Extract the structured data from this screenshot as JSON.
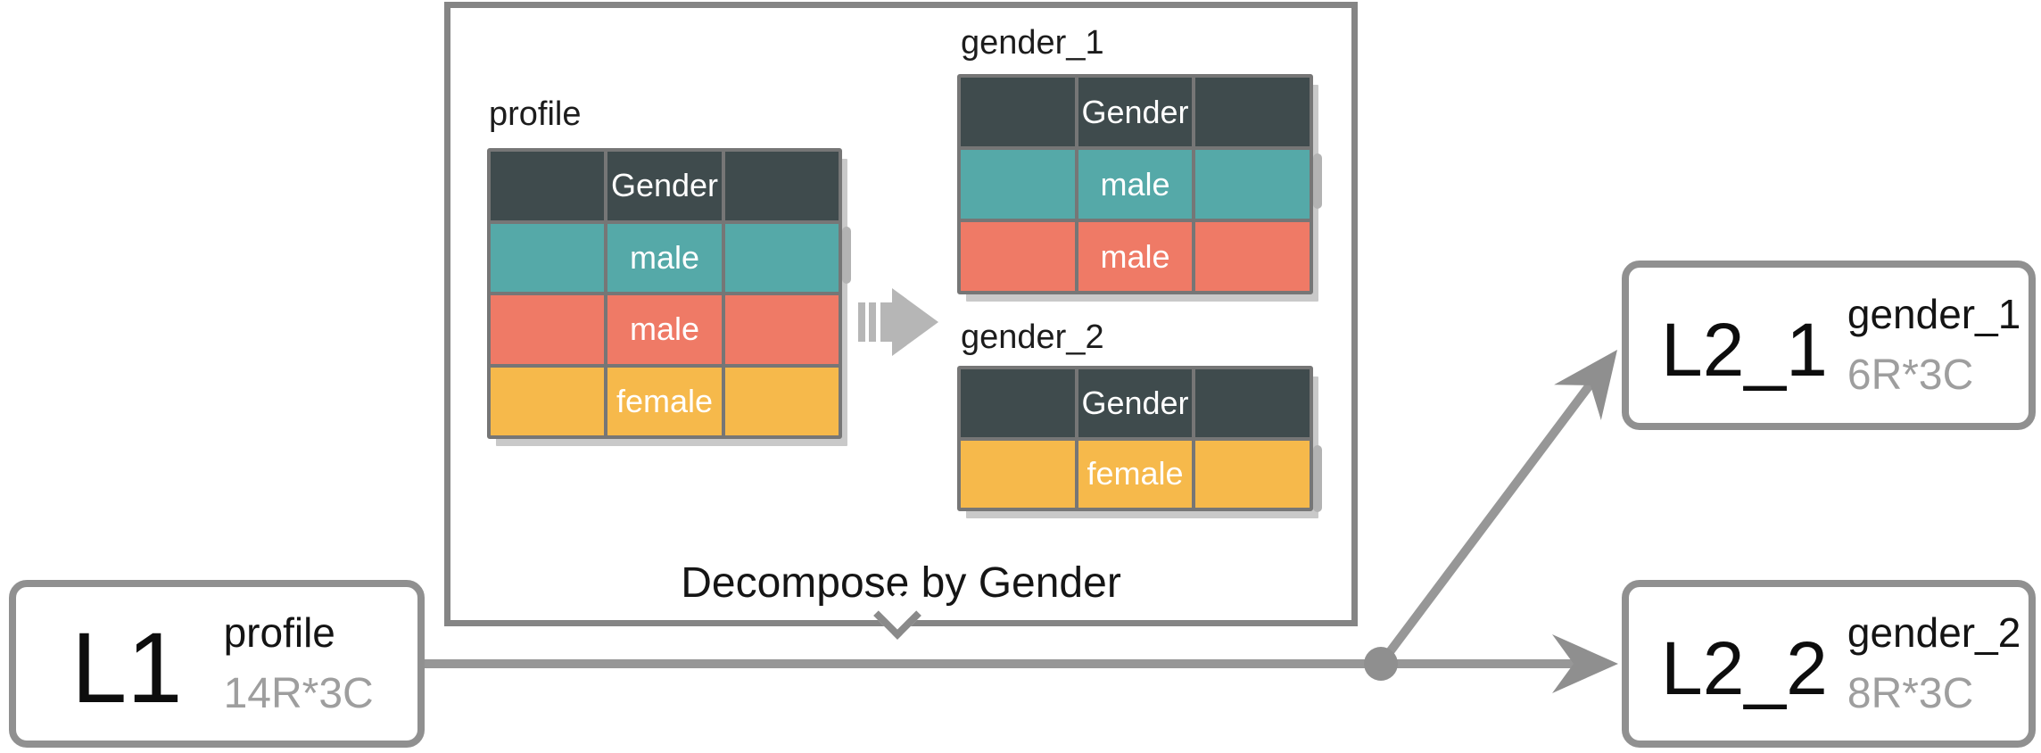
{
  "diagram": {
    "tooltip": {
      "caption": "Decompose by Gender",
      "source_table": {
        "title": "profile",
        "header": "Gender",
        "rows": [
          {
            "value": "male",
            "color": "teal"
          },
          {
            "value": "male",
            "color": "salmon"
          },
          {
            "value": "female",
            "color": "yellow"
          }
        ]
      },
      "output_tables": [
        {
          "title": "gender_1",
          "header": "Gender",
          "rows": [
            {
              "value": "male",
              "color": "teal"
            },
            {
              "value": "male",
              "color": "salmon"
            }
          ]
        },
        {
          "title": "gender_2",
          "header": "Gender",
          "rows": [
            {
              "value": "female",
              "color": "yellow"
            }
          ]
        }
      ]
    },
    "nodes": [
      {
        "id": "L1",
        "table": "profile",
        "shape": "14R*3C"
      },
      {
        "id": "L2_1",
        "table": "gender_1",
        "shape": "6R*3C"
      },
      {
        "id": "L2_2",
        "table": "gender_2",
        "shape": "8R*3C"
      }
    ],
    "colors": {
      "header": "#3f4b4d",
      "teal": "#55a9a8",
      "salmon": "#ef7a66",
      "yellow": "#f6b94b",
      "edge": "#979797",
      "arrow_icon": "#b6b6b6",
      "node_border": "#909090",
      "table_grid": "#767676"
    }
  }
}
